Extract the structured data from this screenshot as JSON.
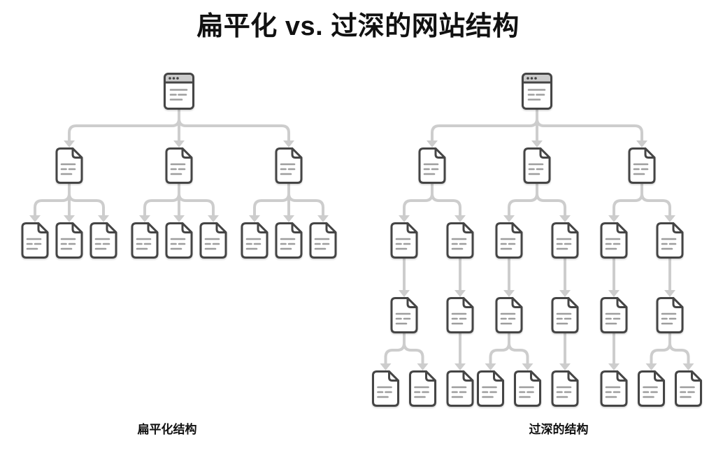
{
  "title": "扁平化 vs. 过深的网站结构",
  "diagram": {
    "sides": [
      {
        "id": "flat",
        "label": "扁平化结构",
        "root": {
          "icon": "browser-window",
          "children": [
            {
              "icon": "page",
              "children": [
                {
                  "icon": "page"
                },
                {
                  "icon": "page"
                },
                {
                  "icon": "page"
                }
              ]
            },
            {
              "icon": "page",
              "children": [
                {
                  "icon": "page"
                },
                {
                  "icon": "page"
                },
                {
                  "icon": "page"
                }
              ]
            },
            {
              "icon": "page",
              "children": [
                {
                  "icon": "page"
                },
                {
                  "icon": "page"
                },
                {
                  "icon": "page"
                }
              ]
            }
          ]
        }
      },
      {
        "id": "deep",
        "label": "过深的结构",
        "root": {
          "icon": "browser-window",
          "children": [
            {
              "icon": "page",
              "children": [
                {
                  "icon": "page",
                  "children": [
                    {
                      "icon": "page",
                      "children": [
                        {
                          "icon": "page"
                        },
                        {
                          "icon": "page"
                        }
                      ]
                    }
                  ]
                },
                {
                  "icon": "page",
                  "children": [
                    {
                      "icon": "page",
                      "children": [
                        {
                          "icon": "page"
                        }
                      ]
                    }
                  ]
                }
              ]
            },
            {
              "icon": "page",
              "children": [
                {
                  "icon": "page",
                  "children": [
                    {
                      "icon": "page",
                      "children": [
                        {
                          "icon": "page"
                        },
                        {
                          "icon": "page"
                        }
                      ]
                    }
                  ]
                },
                {
                  "icon": "page",
                  "children": [
                    {
                      "icon": "page",
                      "children": [
                        {
                          "icon": "page"
                        }
                      ]
                    }
                  ]
                }
              ]
            },
            {
              "icon": "page",
              "children": [
                {
                  "icon": "page",
                  "children": [
                    {
                      "icon": "page",
                      "children": [
                        {
                          "icon": "page"
                        }
                      ]
                    }
                  ]
                },
                {
                  "icon": "page",
                  "children": [
                    {
                      "icon": "page",
                      "children": [
                        {
                          "icon": "page"
                        },
                        {
                          "icon": "page"
                        }
                      ]
                    }
                  ]
                }
              ]
            }
          ]
        }
      }
    ]
  },
  "icons": {
    "browser-window": "browser-window-icon",
    "page": "document-icon"
  },
  "colors": {
    "background": "#ffffff",
    "title_text": "#111111",
    "node_border": "#454545",
    "node_fill": "#ffffff",
    "doc_text_line": "#9e9e9e",
    "connector": "#cdcdcd",
    "browser_header": "#cccccc"
  }
}
